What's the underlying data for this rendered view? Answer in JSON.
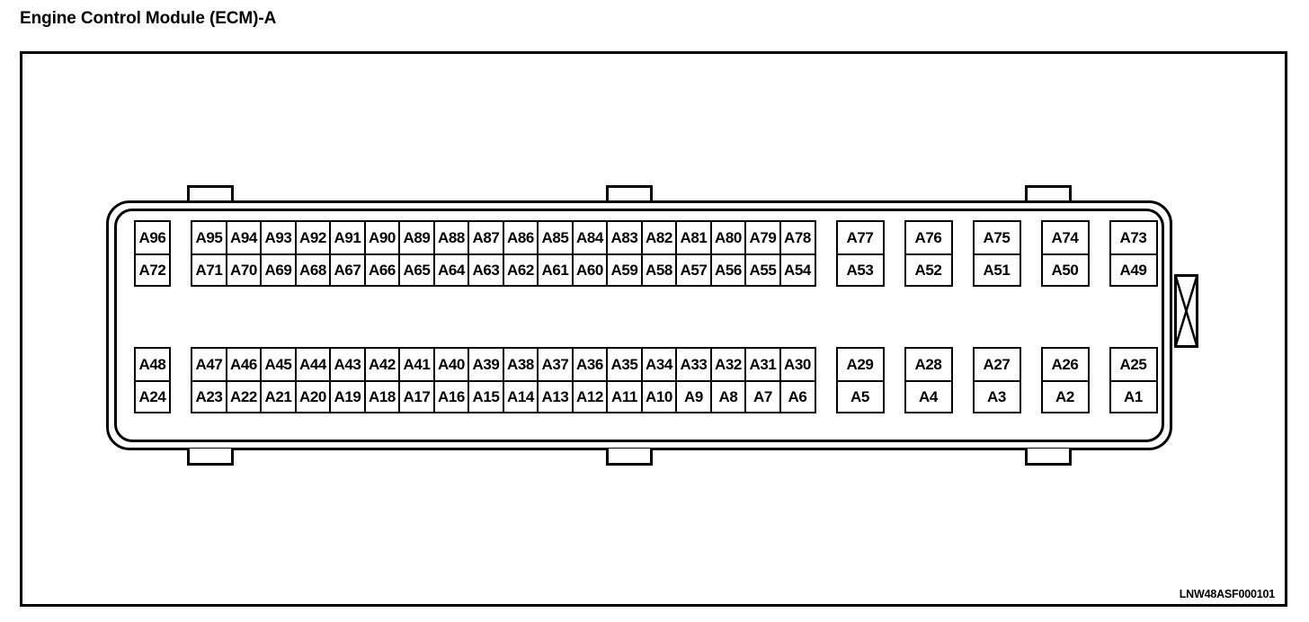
{
  "page_title": "Engine Control Module (ECM)-A",
  "part_code": "LNW48ASF000101",
  "connector": {
    "latch_icon": "x-latch-icon",
    "mounting_tabs": 6,
    "banks": [
      {
        "name": "upper-bank",
        "groups": [
          {
            "style": "lead",
            "width": "narrow",
            "columns": [
              {
                "upper": "A96",
                "lower": "A72"
              }
            ]
          },
          {
            "style": "block",
            "width": "narrow",
            "columns": [
              {
                "upper": "A95",
                "lower": "A71"
              },
              {
                "upper": "A94",
                "lower": "A70"
              },
              {
                "upper": "A93",
                "lower": "A69"
              },
              {
                "upper": "A92",
                "lower": "A68"
              },
              {
                "upper": "A91",
                "lower": "A67"
              },
              {
                "upper": "A90",
                "lower": "A66"
              },
              {
                "upper": "A89",
                "lower": "A65"
              },
              {
                "upper": "A88",
                "lower": "A64"
              },
              {
                "upper": "A87",
                "lower": "A63"
              },
              {
                "upper": "A86",
                "lower": "A62"
              },
              {
                "upper": "A85",
                "lower": "A61"
              },
              {
                "upper": "A84",
                "lower": "A60"
              },
              {
                "upper": "A83",
                "lower": "A59"
              },
              {
                "upper": "A82",
                "lower": "A58"
              },
              {
                "upper": "A81",
                "lower": "A57"
              },
              {
                "upper": "A80",
                "lower": "A56"
              },
              {
                "upper": "A79",
                "lower": "A55"
              },
              {
                "upper": "A78",
                "lower": "A54"
              }
            ]
          },
          {
            "style": "spaced",
            "width": "wide",
            "columns": [
              {
                "upper": "A77",
                "lower": "A53"
              },
              {
                "upper": "A76",
                "lower": "A52"
              },
              {
                "upper": "A75",
                "lower": "A51"
              },
              {
                "upper": "A74",
                "lower": "A50"
              },
              {
                "upper": "A73",
                "lower": "A49"
              }
            ]
          }
        ]
      },
      {
        "name": "lower-bank",
        "groups": [
          {
            "style": "lead",
            "width": "narrow",
            "columns": [
              {
                "upper": "A48",
                "lower": "A24"
              }
            ]
          },
          {
            "style": "block",
            "width": "narrow",
            "columns": [
              {
                "upper": "A47",
                "lower": "A23"
              },
              {
                "upper": "A46",
                "lower": "A22"
              },
              {
                "upper": "A45",
                "lower": "A21"
              },
              {
                "upper": "A44",
                "lower": "A20"
              },
              {
                "upper": "A43",
                "lower": "A19"
              },
              {
                "upper": "A42",
                "lower": "A18"
              },
              {
                "upper": "A41",
                "lower": "A17"
              },
              {
                "upper": "A40",
                "lower": "A16"
              },
              {
                "upper": "A39",
                "lower": "A15"
              },
              {
                "upper": "A38",
                "lower": "A14"
              },
              {
                "upper": "A37",
                "lower": "A13"
              },
              {
                "upper": "A36",
                "lower": "A12"
              },
              {
                "upper": "A35",
                "lower": "A11"
              },
              {
                "upper": "A34",
                "lower": "A10"
              },
              {
                "upper": "A33",
                "lower": "A9"
              },
              {
                "upper": "A32",
                "lower": "A8"
              },
              {
                "upper": "A31",
                "lower": "A7"
              },
              {
                "upper": "A30",
                "lower": "A6"
              }
            ]
          },
          {
            "style": "spaced",
            "width": "wide",
            "columns": [
              {
                "upper": "A29",
                "lower": "A5"
              },
              {
                "upper": "A28",
                "lower": "A4"
              },
              {
                "upper": "A27",
                "lower": "A3"
              },
              {
                "upper": "A26",
                "lower": "A2"
              },
              {
                "upper": "A25",
                "lower": "A1"
              }
            ]
          }
        ]
      }
    ]
  }
}
